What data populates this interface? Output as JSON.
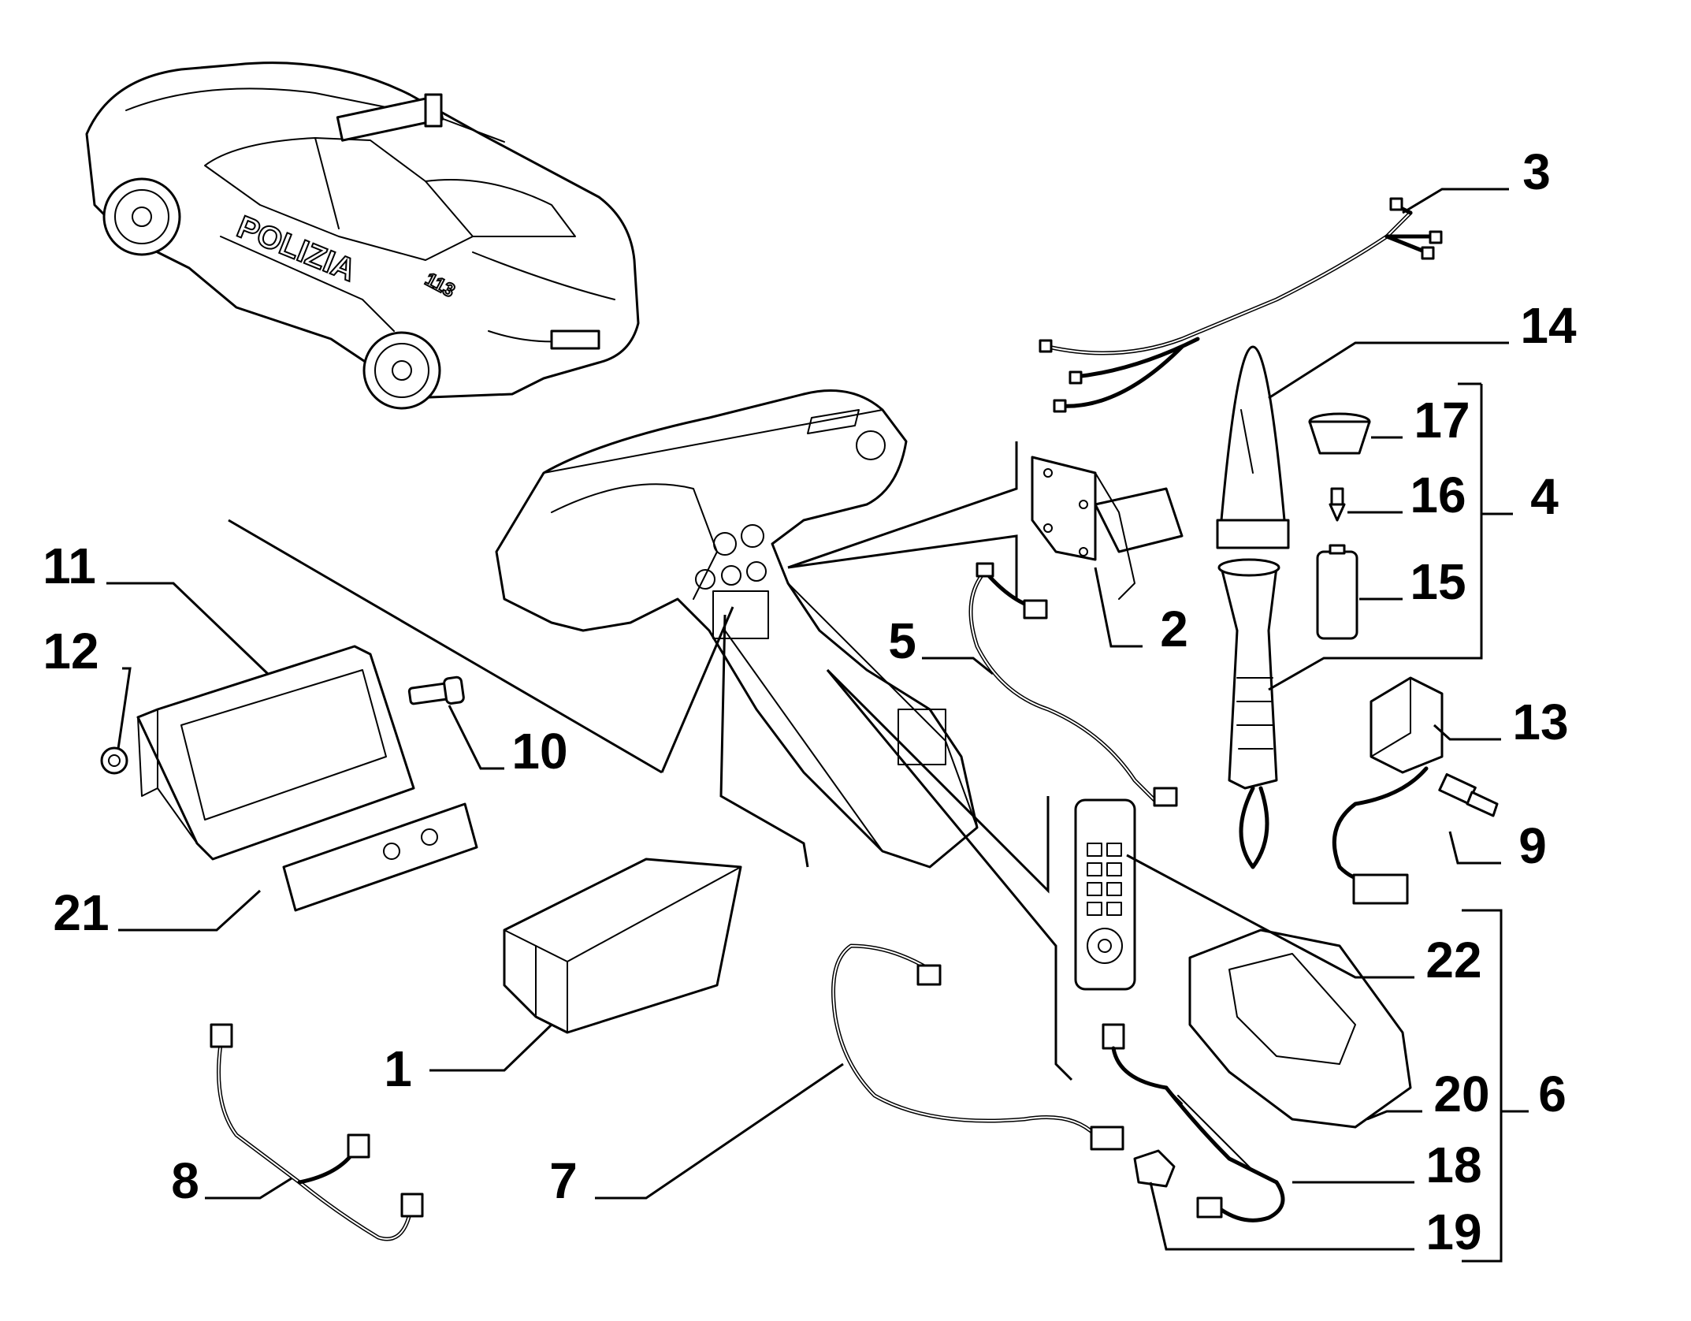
{
  "diagram": {
    "car": {
      "livery_text": "POLIZIA",
      "unit_number": "113"
    },
    "callouts": [
      {
        "id": "c1",
        "label": "1"
      },
      {
        "id": "c2",
        "label": "2"
      },
      {
        "id": "c3",
        "label": "3"
      },
      {
        "id": "c4",
        "label": "4"
      },
      {
        "id": "c5",
        "label": "5"
      },
      {
        "id": "c6",
        "label": "6"
      },
      {
        "id": "c7",
        "label": "7"
      },
      {
        "id": "c8",
        "label": "8"
      },
      {
        "id": "c9",
        "label": "9"
      },
      {
        "id": "c10",
        "label": "10"
      },
      {
        "id": "c11",
        "label": "11"
      },
      {
        "id": "c12",
        "label": "12"
      },
      {
        "id": "c13",
        "label": "13"
      },
      {
        "id": "c14",
        "label": "14"
      },
      {
        "id": "c15",
        "label": "15"
      },
      {
        "id": "c16",
        "label": "16"
      },
      {
        "id": "c17",
        "label": "17"
      },
      {
        "id": "c18",
        "label": "18"
      },
      {
        "id": "c19",
        "label": "19"
      },
      {
        "id": "c20",
        "label": "20"
      },
      {
        "id": "c21",
        "label": "21"
      },
      {
        "id": "c22",
        "label": "22"
      }
    ]
  },
  "colors": {
    "ink": "#000000",
    "paper": "#ffffff"
  }
}
